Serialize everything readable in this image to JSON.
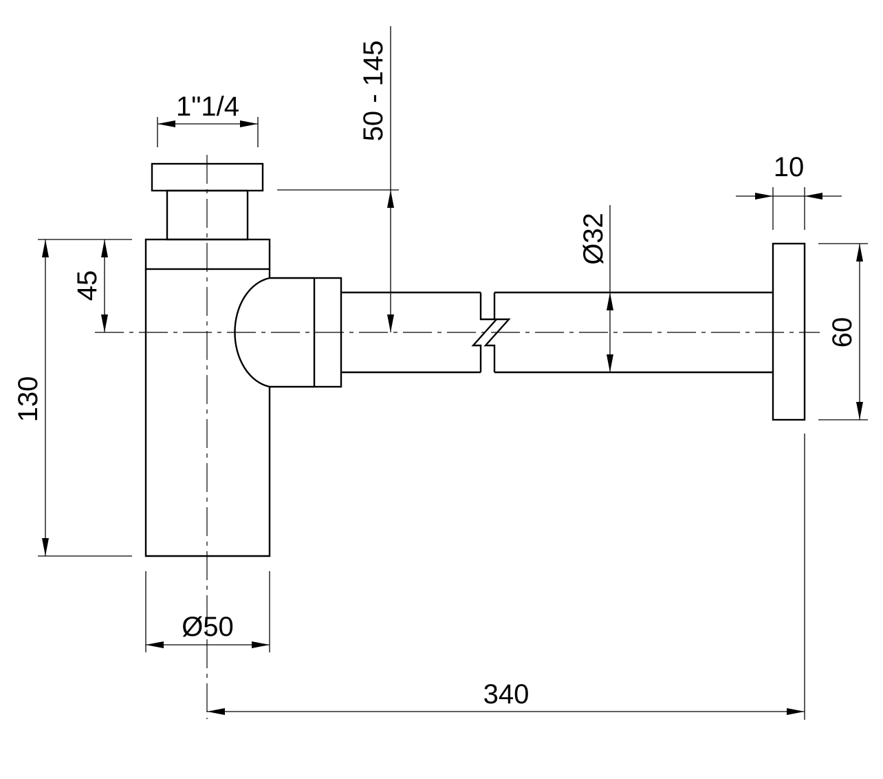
{
  "drawing": {
    "dimensions": {
      "connection": "1\"1/4",
      "height_range": "50 - 145",
      "pipe_diameter": "Ø32",
      "flange_thickness": "10",
      "inlet_offset": "45",
      "total_height": "130",
      "flange_diameter": "60",
      "body_diameter": "Ø50",
      "total_length": "340"
    }
  }
}
